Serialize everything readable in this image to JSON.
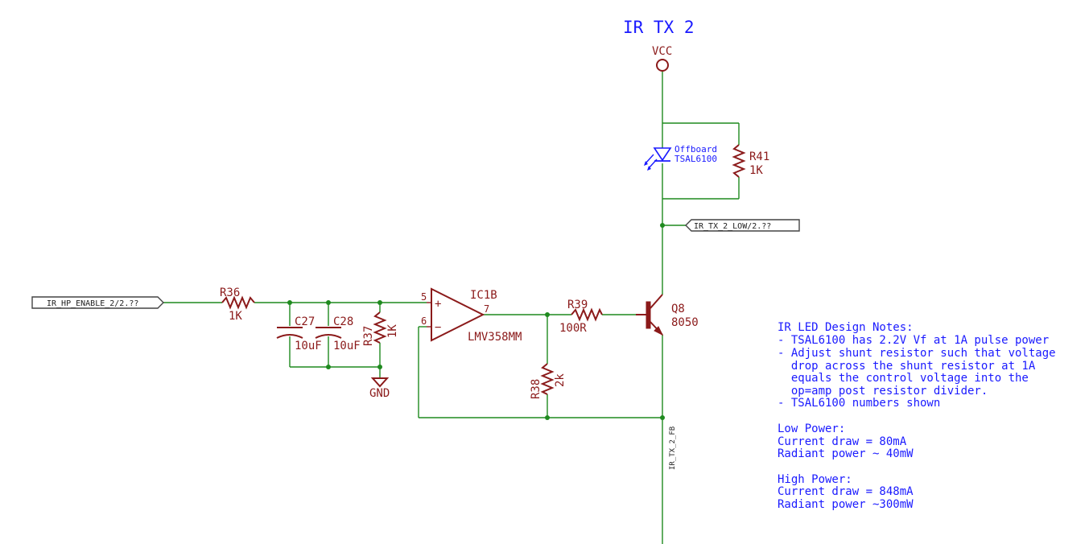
{
  "title": "IR TX 2",
  "colors": {
    "wire": "#1f8a1f",
    "part": "#8b1a1a",
    "note": "#1a1aff",
    "flag": "#444444"
  },
  "supply": {
    "vcc": "VCC",
    "gnd": "GND"
  },
  "nets": {
    "enable": "IR_HP_ENABLE_2/2.??",
    "low": "IR_TX_2_LOW/2.??",
    "fb": "IR_TX_2_FB"
  },
  "components": {
    "r36": {
      "ref": "R36",
      "value": "1K"
    },
    "c27": {
      "ref": "C27",
      "value": "10uF"
    },
    "c28": {
      "ref": "C28",
      "value": "10uF"
    },
    "r37": {
      "ref": "R37",
      "value": "1K"
    },
    "ic1b": {
      "ref": "IC1B",
      "value": "LMV358MM",
      "pin_plus": "5",
      "pin_minus": "6",
      "pin_out": "7",
      "sym_plus": "+",
      "sym_minus": "−"
    },
    "r38": {
      "ref": "R38",
      "value": "2k"
    },
    "r39": {
      "ref": "R39",
      "value": "100R"
    },
    "q8": {
      "ref": "Q8",
      "value": "8050"
    },
    "led": {
      "line1": "Offboard",
      "line2": "TSAL6100"
    },
    "r41": {
      "ref": "R41",
      "value": "1K"
    }
  },
  "notes": [
    "IR LED Design Notes:",
    "- TSAL6100 has 2.2V Vf at 1A pulse power",
    "- Adjust shunt resistor such that voltage",
    "  drop across the shunt resistor at 1A",
    "  equals the control voltage into the",
    "  op=amp post resistor divider.",
    "- TSAL6100 numbers shown",
    "",
    "Low Power:",
    "Current draw = 80mA",
    "Radiant power ~ 40mW",
    "",
    "High Power:",
    "Current draw = 848mA",
    "Radiant power ~300mW"
  ]
}
